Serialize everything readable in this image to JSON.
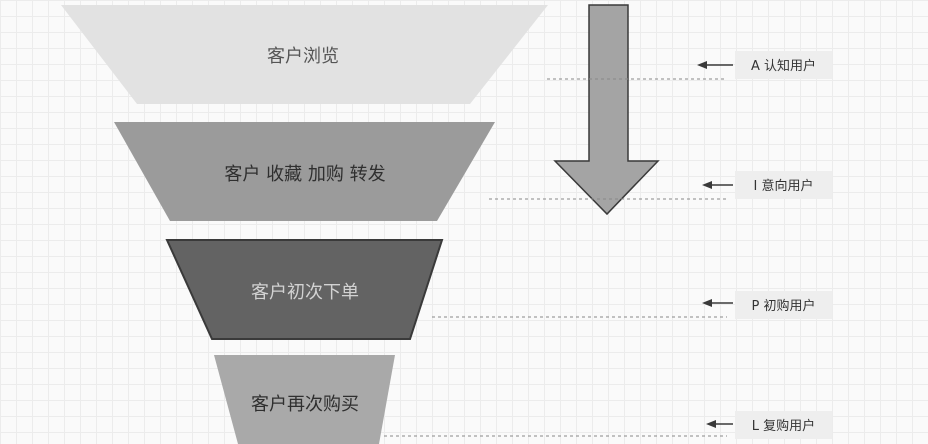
{
  "stages": [
    {
      "label": "客户浏览",
      "fill": "#e2e2e2",
      "text_color": "#555555"
    },
    {
      "label": "客户 收藏 加购  转发",
      "fill": "#9b9b9b",
      "text_color": "#2f2f2f"
    },
    {
      "label": "客户初次下单",
      "fill": "#636363",
      "text_color": "#d2d2d2"
    },
    {
      "label": "客户再次购买",
      "fill": "#a9a9a9",
      "text_color": "#2f2f2f"
    }
  ],
  "tags": [
    {
      "label": "A 认知用户"
    },
    {
      "label": "I 意向用户"
    },
    {
      "label": "P 初购用户"
    },
    {
      "label": "L 复购用户"
    }
  ],
  "colors": {
    "down_arrow_fill": "#a4a4a4",
    "outline": "#3a3a3a",
    "tag_bg": "#eeeeee",
    "dash": "#888888"
  }
}
